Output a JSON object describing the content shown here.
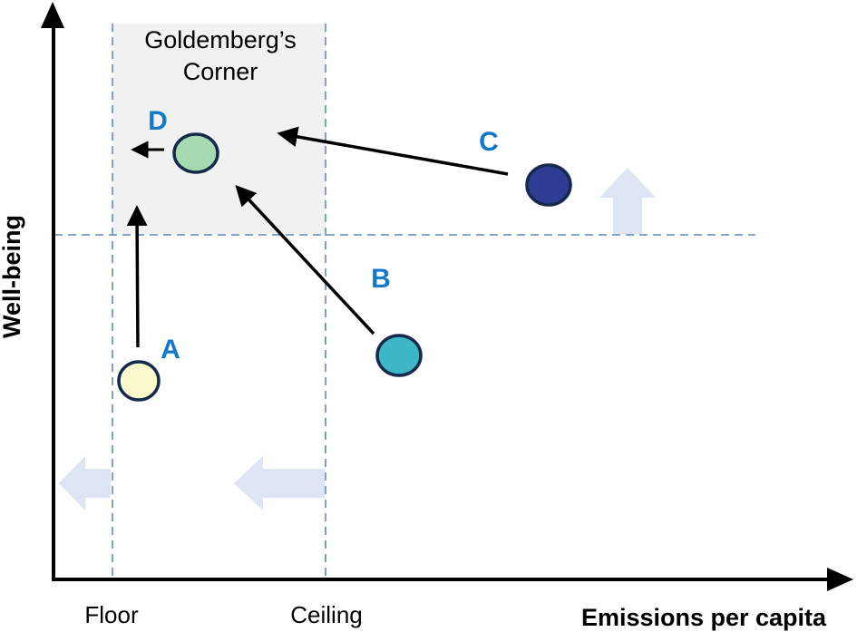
{
  "diagram": {
    "y_axis_label": "Well-being",
    "x_axis_label": "Emissions per capita",
    "floor_label": "Floor",
    "ceiling_label": "Ceiling",
    "region": {
      "label_line1": "Goldemberg’s",
      "label_line2": "Corner",
      "fill": "#f1f1f1"
    },
    "points": {
      "A": {
        "label": "A",
        "fill": "#fcfacd"
      },
      "B": {
        "label": "B",
        "fill": "#3db6c6"
      },
      "C": {
        "label": "C",
        "fill": "#2e3c94"
      },
      "D": {
        "label": "D",
        "fill": "#a6dab0"
      }
    },
    "colors": {
      "point_label_blue": "#1478c8",
      "dashed_line_blue": "#7498c8",
      "block_arrow_lavender": "#dde4f3",
      "circle_border_navy": "#132a4d",
      "region_gray": "#f1f1f1",
      "axis_black": "#000000"
    }
  },
  "chart_data": {
    "type": "scatter",
    "title": "Goldemberg’s Corner",
    "xlabel": "Emissions per capita",
    "ylabel": "Well-being",
    "axes_qualitative": true,
    "grid": false,
    "x_reference_lines": [
      {
        "label": "Floor",
        "x": 0.073,
        "style": "dashed"
      },
      {
        "label": "Ceiling",
        "x": 0.34,
        "style": "dashed"
      }
    ],
    "y_reference_lines": [
      {
        "label": "well-being threshold (unlabeled)",
        "y": 0.6,
        "style": "dashed"
      }
    ],
    "shaded_region": {
      "label": "Goldemberg’s Corner",
      "x_range": [
        0.073,
        0.34
      ],
      "y_range": [
        0.6,
        1.0
      ],
      "fill": "#f1f1f1"
    },
    "points": [
      {
        "name": "A",
        "x": 0.106,
        "y": 0.347,
        "color": "#fcfacd",
        "arrow_to": {
          "x": 0.104,
          "y": 0.655
        },
        "movement": "up (raise well-being above threshold)"
      },
      {
        "name": "B",
        "x": 0.432,
        "y": 0.392,
        "color": "#3db6c6",
        "arrow_to": {
          "x": 0.225,
          "y": 0.69
        },
        "movement": "up-left into Goldemberg's Corner"
      },
      {
        "name": "C",
        "x": 0.619,
        "y": 0.691,
        "color": "#2e3c94",
        "arrow_to": {
          "x": 0.279,
          "y": 0.785
        },
        "movement": "left into Goldemberg's Corner"
      },
      {
        "name": "D",
        "x": 0.177,
        "y": 0.747,
        "color": "#a6dab0",
        "arrow_to": {
          "x": 0.095,
          "y": 0.753
        },
        "movement": "small further reduction of emissions"
      }
    ],
    "block_arrows": [
      {
        "direction": "up",
        "meaning": "raise well-being above threshold",
        "position": "right of point C, on threshold line"
      },
      {
        "direction": "left",
        "meaning": "reduce emissions toward floor",
        "position": "bottom left, ending at Floor line"
      },
      {
        "direction": "left",
        "meaning": "reduce emissions below ceiling",
        "position": "bottom middle, ending at Ceiling line"
      }
    ],
    "legend": null
  }
}
